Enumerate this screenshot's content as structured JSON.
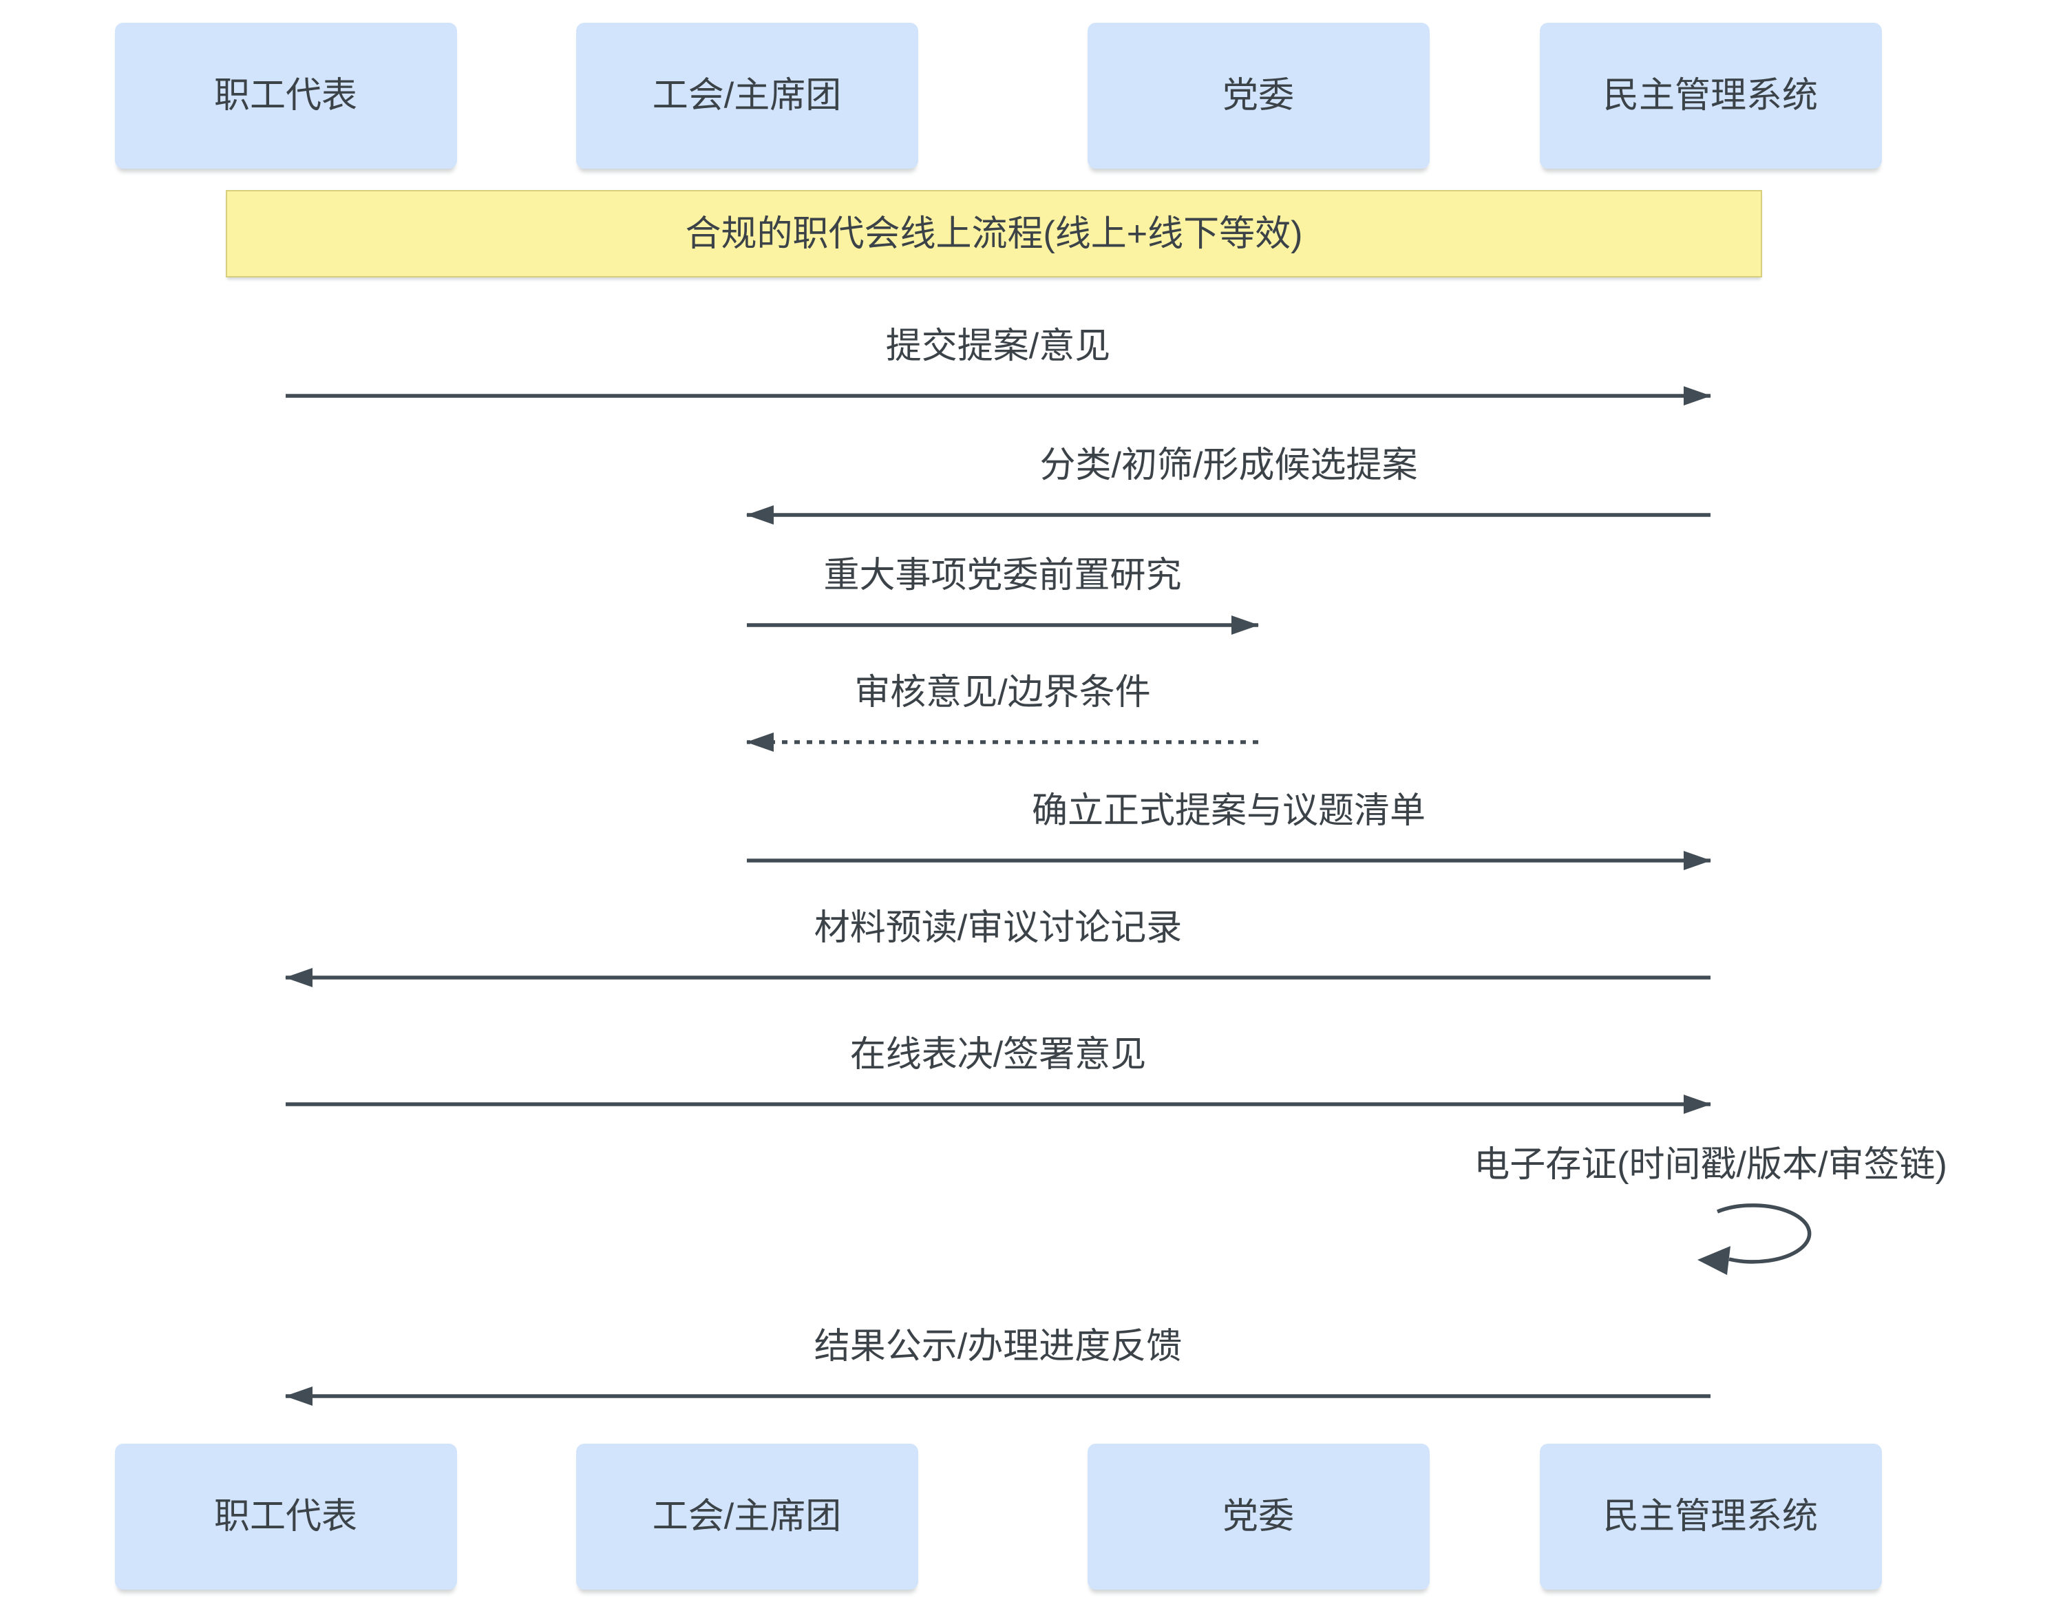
{
  "diagram_type": "sequence-diagram",
  "note": {
    "label": "合规的职代会线上流程(线上+线下等效)"
  },
  "actors": [
    {
      "label": "职工代表"
    },
    {
      "label": "工会/主席团"
    },
    {
      "label": "党委"
    },
    {
      "label": "民主管理系统"
    }
  ],
  "messages": [
    {
      "label": "提交提案/意见",
      "from": "职工代表",
      "to": "民主管理系统",
      "line": "solid"
    },
    {
      "label": "分类/初筛/形成候选提案",
      "from": "民主管理系统",
      "to": "工会/主席团",
      "line": "solid"
    },
    {
      "label": "重大事项党委前置研究",
      "from": "工会/主席团",
      "to": "党委",
      "line": "solid"
    },
    {
      "label": "审核意见/边界条件",
      "from": "党委",
      "to": "工会/主席团",
      "line": "dashed"
    },
    {
      "label": "确立正式提案与议题清单",
      "from": "工会/主席团",
      "to": "民主管理系统",
      "line": "solid"
    },
    {
      "label": "材料预读/审议讨论记录",
      "from": "民主管理系统",
      "to": "职工代表",
      "line": "solid"
    },
    {
      "label": "在线表决/签署意见",
      "from": "职工代表",
      "to": "民主管理系统",
      "line": "solid"
    },
    {
      "label": "电子存证(时间戳/版本/审签链)",
      "from": "民主管理系统",
      "to": "民主管理系统",
      "line": "self"
    },
    {
      "label": "结果公示/办理进度反馈",
      "from": "民主管理系统",
      "to": "职工代表",
      "line": "solid"
    }
  ],
  "colors": {
    "background": "#ffffff",
    "actor_fill": "#d2e4fb",
    "note_fill": "#fbf3a2",
    "note_border": "#d8cf7e",
    "line": "#424c54",
    "text": "#3b4248"
  }
}
